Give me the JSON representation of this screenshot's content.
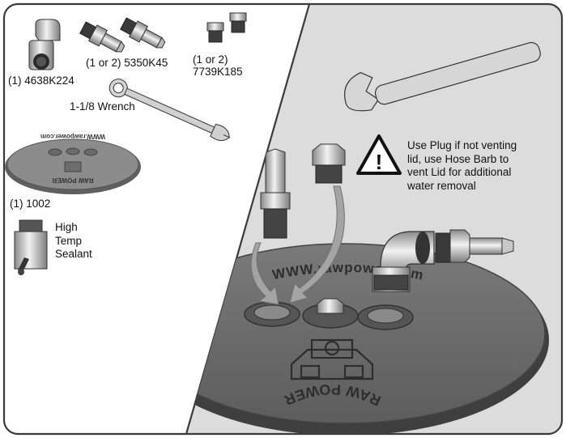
{
  "parts": {
    "elbow_label": "(1) 4638K224",
    "barb_label": "(1 or 2) 5350K45",
    "plug_label_line1": "(1 or 2)",
    "plug_label_line2": "7739K185",
    "wrench_label": "1-1/8 Wrench",
    "lid_label": "(1) 1002",
    "sealant_lines": [
      "High",
      "Temp",
      "Sealant"
    ]
  },
  "instruction_lines": [
    "Use Plug if not venting",
    "lid, use Hose Barb to",
    "vent Lid for additional",
    "water removal"
  ],
  "lid_text": {
    "top_arc": "WWW.rawpower.com",
    "bottom_arc": "RAW POWER"
  },
  "colors": {
    "frame": "#3a3a3a",
    "right_panel_bg": "#dcdcdc",
    "left_panel_bg": "#ffffff",
    "lid": "#6f6f6f",
    "metal": "#bdbdbd",
    "arrow": "#9a9a9a"
  },
  "icons": [
    "caution-triangle-icon",
    "wrench-icon",
    "hose-barb-icon",
    "pipe-plug-icon",
    "elbow-fitting-icon",
    "sealant-bottle-icon",
    "lid-icon"
  ]
}
